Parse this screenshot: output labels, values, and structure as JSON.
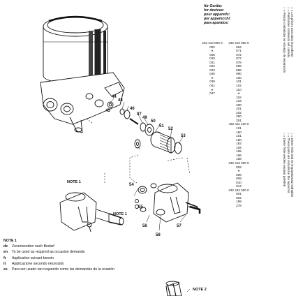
{
  "header": {
    "lines": [
      "für Geräte:",
      "for devices:",
      "pour appareils:",
      "per apparecchi:",
      "para aparatos:"
    ]
  },
  "part_columns": [
    {
      "rows": [
        "432 410 000 0",
        "002",
        "∗",
        "006",
        "020",
        "021",
        "022",
        "023",
        "026",
        "∗",
        "039",
        "041",
        "∗",
        "047"
      ]
    },
    {
      "rows": [
        "432 410 050 0",
        "064",
        "071",
        "072",
        "077",
        "078",
        "086",
        "088",
        "090",
        "100",
        "101",
        "102",
        "110",
        "∗",
        "118",
        "134",
        "200",
        "201",
        "202",
        "250",
        "251",
        "432 411 100 0",
        "101",
        "150",
        "151",
        "160",
        "163",
        "164",
        "165",
        "166",
        "168",
        "432 415 000 0",
        "002",
        "∗",
        "008",
        "009",
        "010",
        "014",
        "432 432 000 0",
        "001",
        "002",
        "199",
        "278"
      ]
    }
  ],
  "legend_right": [
    "○ = Les pièces sont dans la pochette",
    "○ = Particolare contenuto nel corredo",
    "○ = Piezas contenidas en el juego de reparación",
    "",
    "○ = Diese Teile sind im Reparatursatz enthalten",
    "○ = These parts are included in the repair kit",
    "○ = Diese Teile werden separat geliefert"
  ],
  "note1": {
    "title": "NOTE 1",
    "items": [
      {
        "code": "de",
        "text": "Zuverwenden nach Bedarf"
      },
      {
        "code": "en",
        "text": "To be used as required as occasion demands"
      },
      {
        "code": "fr",
        "text": "Application suivant besoin"
      },
      {
        "code": "it",
        "text": "Applicazione secondo necessità"
      },
      {
        "code": "es",
        "text": "Para ser usado tan requerido como las demandas de la ocasión"
      }
    ]
  },
  "diagram": {
    "note_labels": [
      "NOTE 1",
      "NOTE 1",
      "NOTE 2"
    ],
    "part_numbers": [
      "44",
      "48",
      "45",
      "46",
      "47",
      "49",
      "50",
      "51",
      "52",
      "53",
      "54",
      "55",
      "56",
      "57",
      "58"
    ]
  }
}
